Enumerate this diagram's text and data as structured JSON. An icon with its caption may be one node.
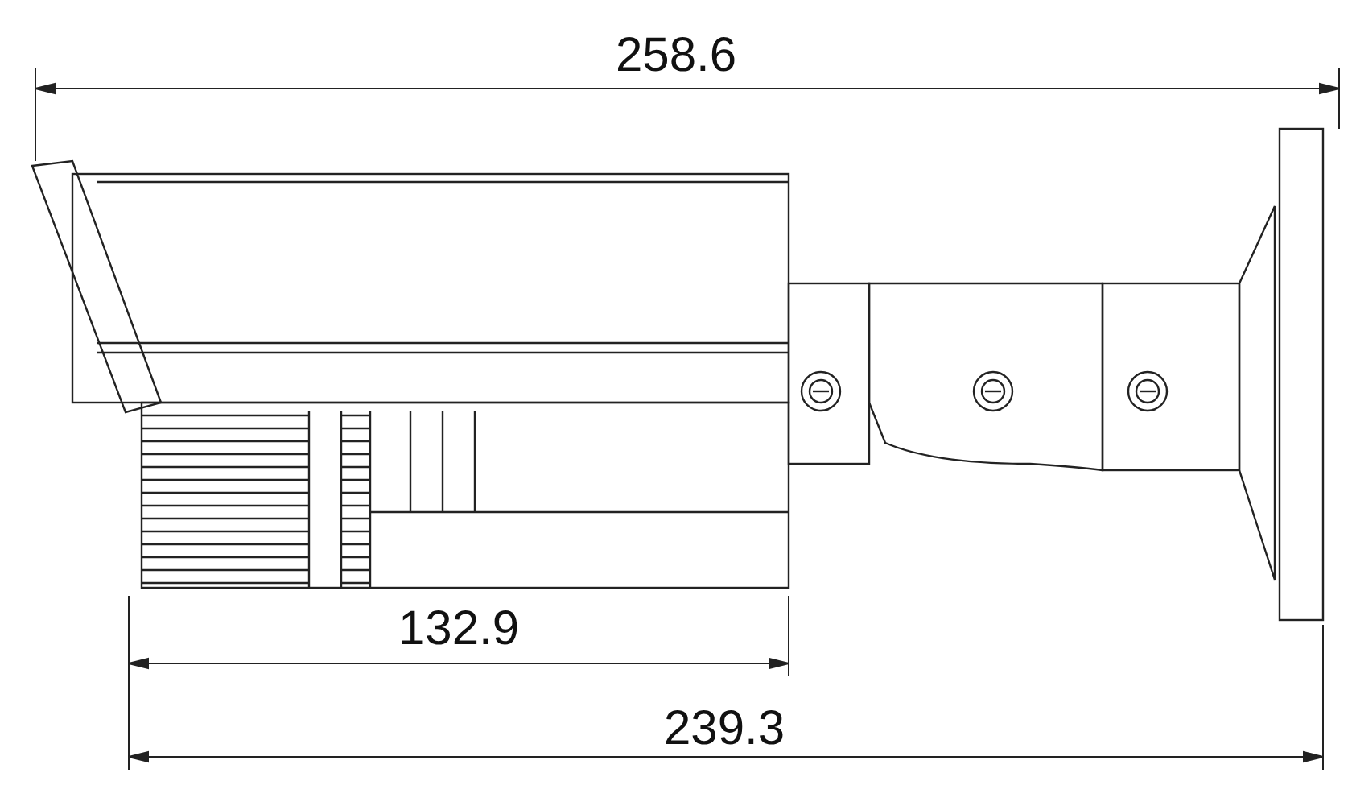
{
  "diagram": {
    "labels": [
      "258.6",
      "132.9",
      "239.3"
    ]
  }
}
